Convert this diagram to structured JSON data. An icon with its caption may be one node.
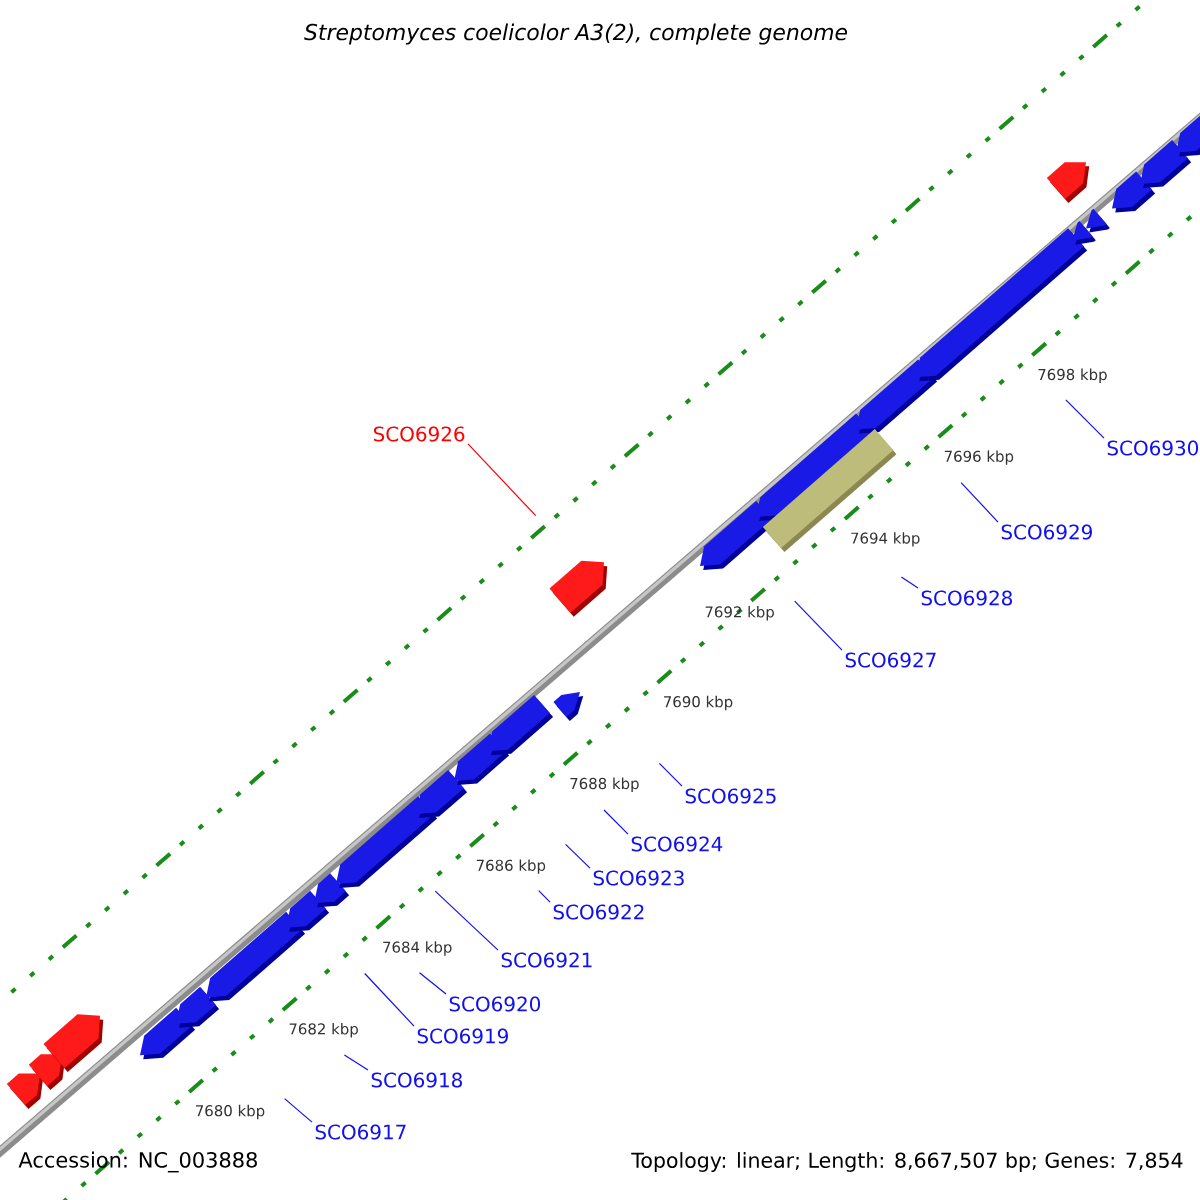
{
  "diagram": {
    "title": "*Streptomyces coelicolor* A3(2), complete genome",
    "nodes": [
      {
        "text": [
          "SCO6926"
        ]
      },
      {
        "text": [
          "SCO6917"
        ]
      },
      {
        "text": [
          "SCO6918"
        ]
      },
      {
        "text": [
          "SCO6919"
        ]
      },
      {
        "text": [
          "SCO6920"
        ]
      },
      {
        "text": [
          "SCO6921"
        ]
      },
      {
        "text": [
          "SCO6922"
        ]
      },
      {
        "text": [
          "SCO6923"
        ]
      },
      {
        "text": [
          "SCO6924"
        ]
      },
      {
        "text": [
          "SCO6925"
        ]
      },
      {
        "text": [
          "SCO6927"
        ]
      },
      {
        "text": [
          "SCO6928"
        ]
      },
      {
        "text": [
          "SCO6929"
        ]
      },
      {
        "text": [
          "SCO6930"
        ]
      }
    ],
    "edges": [
      {
        "from": 0,
        "to": null,
        "arrow": "none",
        "color": "#ff0000"
      },
      {
        "from": 1,
        "to": null,
        "arrow": "none"
      },
      {
        "from": 2,
        "to": null,
        "arrow": "none"
      },
      {
        "from": 3,
        "to": null,
        "arrow": "none"
      },
      {
        "from": 4,
        "to": null,
        "arrow": "none"
      },
      {
        "from": 5,
        "to": null,
        "arrow": "none"
      },
      {
        "from": 6,
        "to": null,
        "arrow": "none"
      },
      {
        "from": 7,
        "to": null,
        "arrow": "none"
      },
      {
        "from": 8,
        "to": null,
        "arrow": "none"
      },
      {
        "from": 9,
        "to": null,
        "arrow": "none"
      },
      {
        "from": 10,
        "to": null,
        "arrow": "none"
      },
      {
        "from": 11,
        "to": null,
        "arrow": "none"
      },
      {
        "from": 12,
        "to": null,
        "arrow": "none"
      },
      {
        "from": 13,
        "to": null,
        "arrow": "none"
      }
    ],
    "labels": [
      "7680 kbp",
      "7682 kbp",
      "7684 kbp",
      "7686 kbp",
      "7688 kbp",
      "7690 kbp",
      "7692 kbp",
      "7694 kbp",
      "7696 kbp",
      "7698 kbp",
      "Accession: NC_003888",
      "Topology: linear; Length: 8,667,507 bp; Genes: 7,854"
    ]
  }
}
